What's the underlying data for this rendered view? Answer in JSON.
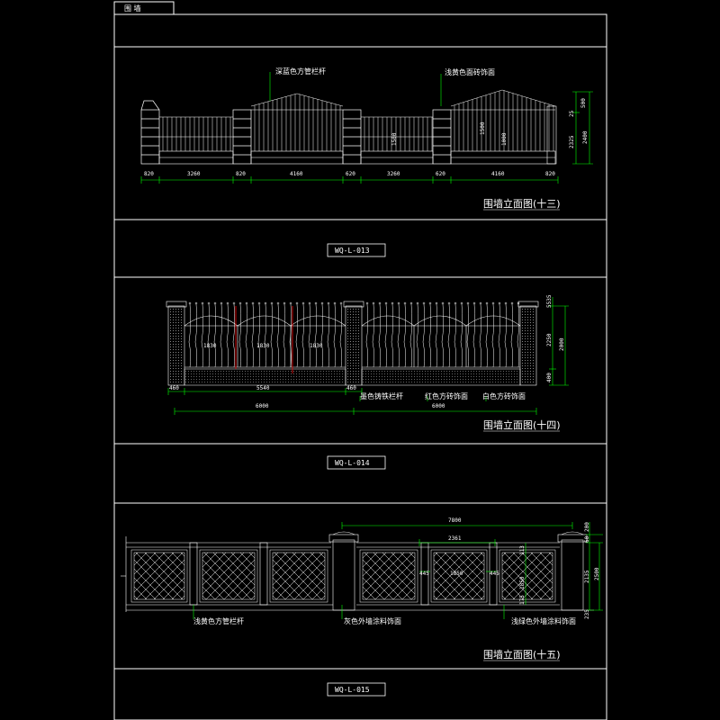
{
  "header": {
    "title": "围 墙"
  },
  "drawings": [
    {
      "caption": "围墙立面图(十三)",
      "code": "WQ-L-013",
      "labels": [
        "深蓝色方管栏杆",
        "浅黄色面砖饰面"
      ],
      "dims_bottom": [
        "820",
        "3260",
        "820",
        "4160",
        "620",
        "3260",
        "620",
        "4160",
        "820"
      ],
      "dims_right": [
        "500",
        "25",
        "2325",
        "2400"
      ],
      "dims_inner": [
        "1500",
        "1500",
        "1000"
      ]
    },
    {
      "caption": "围墙立面图(十四)",
      "code": "WQ-L-014",
      "labels": [
        "墨色铸铁栏杆",
        "红色方砖饰面",
        "白色方砖饰面"
      ],
      "dims_bottom": [
        "460",
        "5540",
        "460",
        "6000",
        "6000"
      ],
      "dims_right": [
        "5535",
        "2250",
        "2000",
        "400"
      ],
      "dims_inner": [
        "1830",
        "1830",
        "1830"
      ]
    },
    {
      "caption": "围墙立面图(十五)",
      "code": "WQ-L-015",
      "labels": [
        "浅黄色方管栏杆",
        "灰色外墙涂料饰面",
        "浅绿色外墙涂料饰面"
      ],
      "dims_top": [
        "7800",
        "2361"
      ],
      "dims_right": [
        "200",
        "60",
        "2135",
        "2500",
        "235"
      ],
      "dims_inner": [
        "445",
        "1850",
        "445",
        "1850",
        "113",
        "175"
      ]
    }
  ]
}
